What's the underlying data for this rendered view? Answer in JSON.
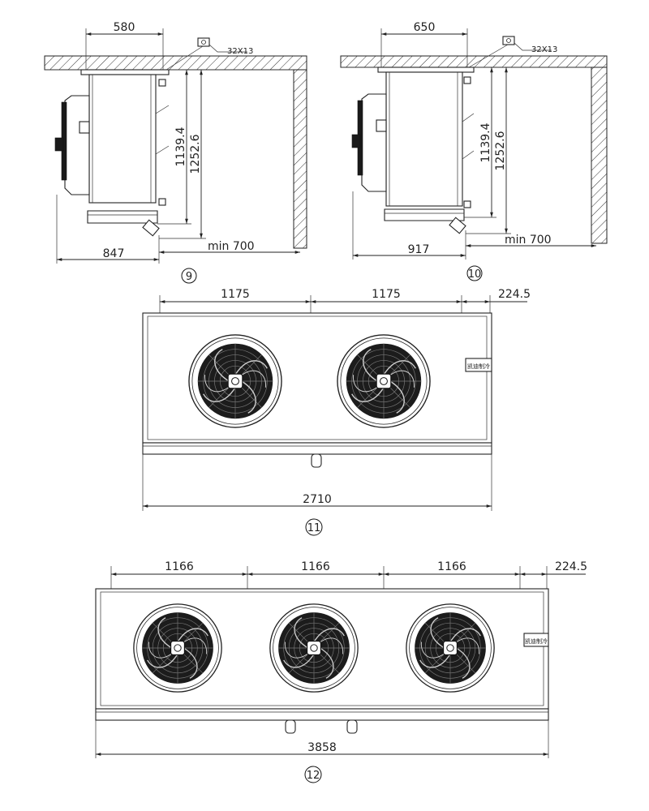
{
  "view9": {
    "width_top": "580",
    "bracket_label": "32X13",
    "dim_a": "1139.4",
    "dim_b": "1252.6",
    "depth": "847",
    "clearance": "min 700",
    "figure_no": "9"
  },
  "view10": {
    "width_top": "650",
    "bracket_label": "32X13",
    "dim_a": "1139.4",
    "dim_b": "1252.6",
    "depth": "917",
    "clearance": "min 700",
    "figure_no": "10"
  },
  "view11": {
    "spacings": [
      "1175",
      "1175"
    ],
    "end_offset": "224.5",
    "total_length": "2710",
    "badge": "凯迪制冷",
    "figure_no": "11"
  },
  "view12": {
    "spacings": [
      "1166",
      "1166",
      "1166"
    ],
    "end_offset": "224.5",
    "total_length": "3858",
    "badge": "凯迪制冷",
    "figure_no": "12"
  }
}
